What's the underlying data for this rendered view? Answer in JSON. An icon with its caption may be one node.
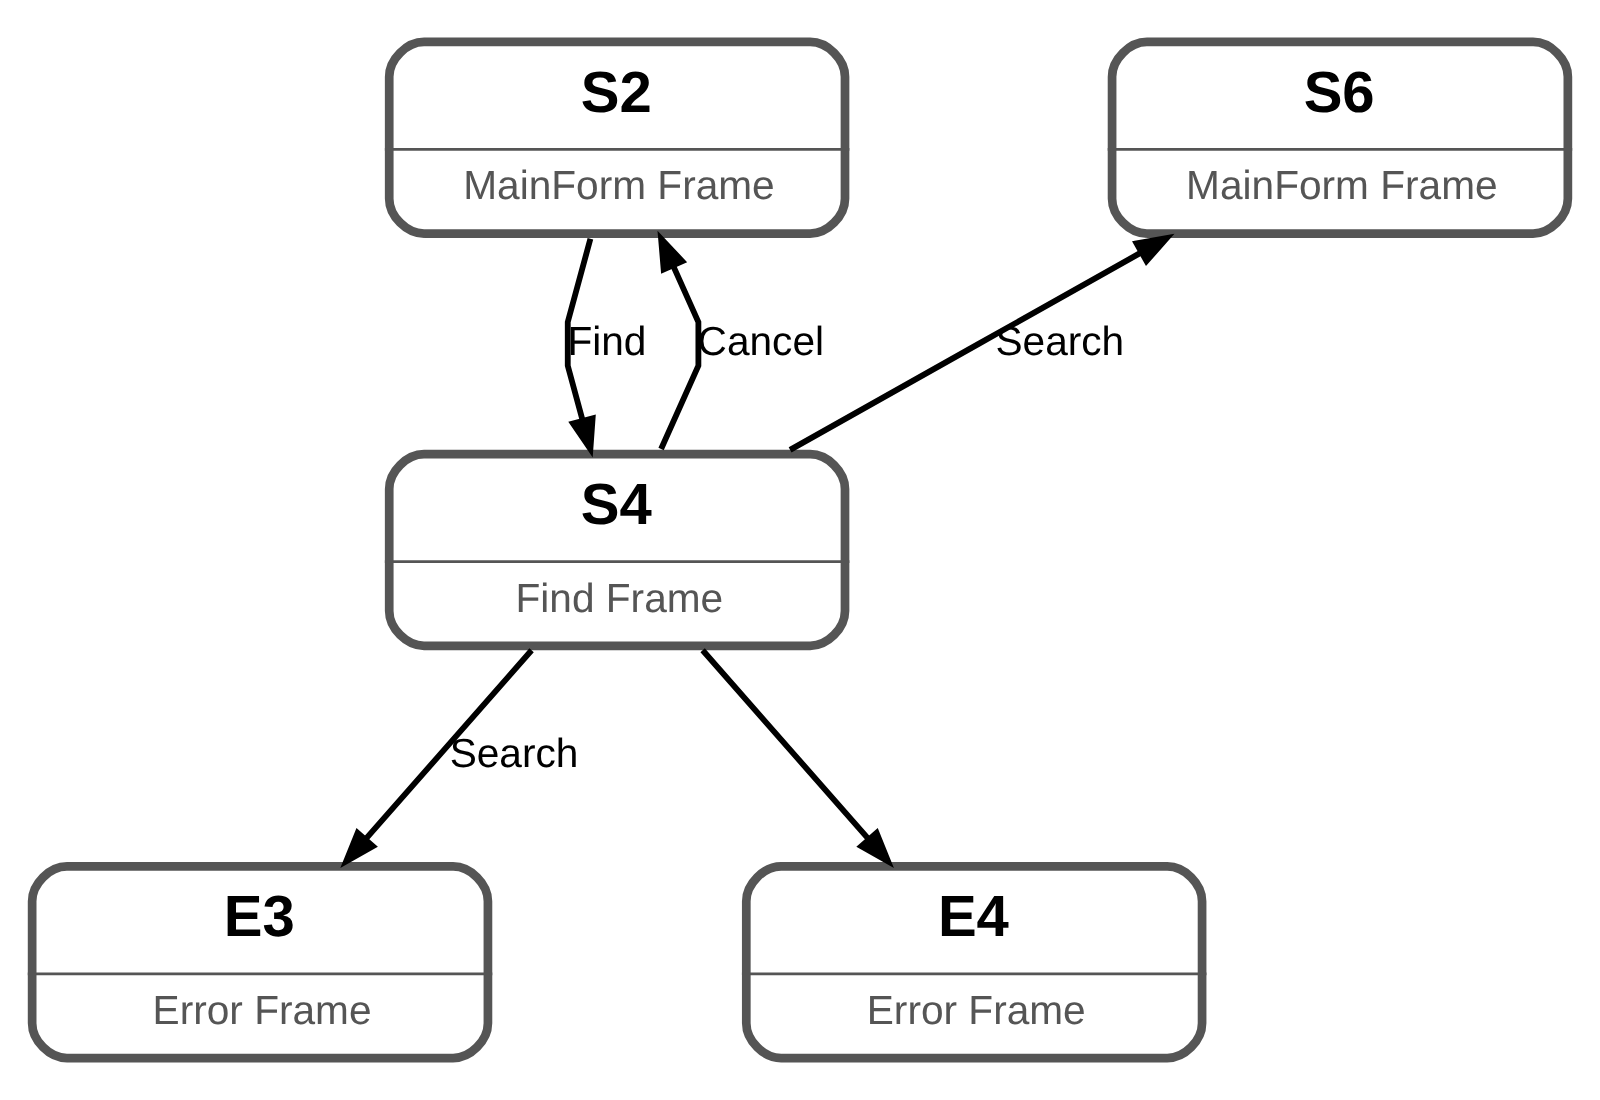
{
  "diagram": {
    "nodes": [
      {
        "text": [
          "S2",
          "MainForm Frame"
        ]
      },
      {
        "text": [
          "S6",
          "MainForm Frame"
        ]
      },
      {
        "text": [
          "S4",
          "Find Frame"
        ]
      },
      {
        "text": [
          "E3",
          "Error Frame"
        ]
      },
      {
        "text": [
          "E4",
          "Error Frame"
        ]
      }
    ],
    "edges": [
      {
        "from": 2,
        "to": 0,
        "label": "Cancel",
        "arrow": "to"
      },
      {
        "from": 0,
        "to": 2,
        "label": "Find",
        "arrow": "to"
      },
      {
        "from": 2,
        "to": 1,
        "label": "Search",
        "arrow": "to"
      },
      {
        "from": 2,
        "to": 3,
        "label": "Search",
        "arrow": "to"
      },
      {
        "from": 2,
        "to": 4,
        "arrow": "to"
      }
    ]
  }
}
